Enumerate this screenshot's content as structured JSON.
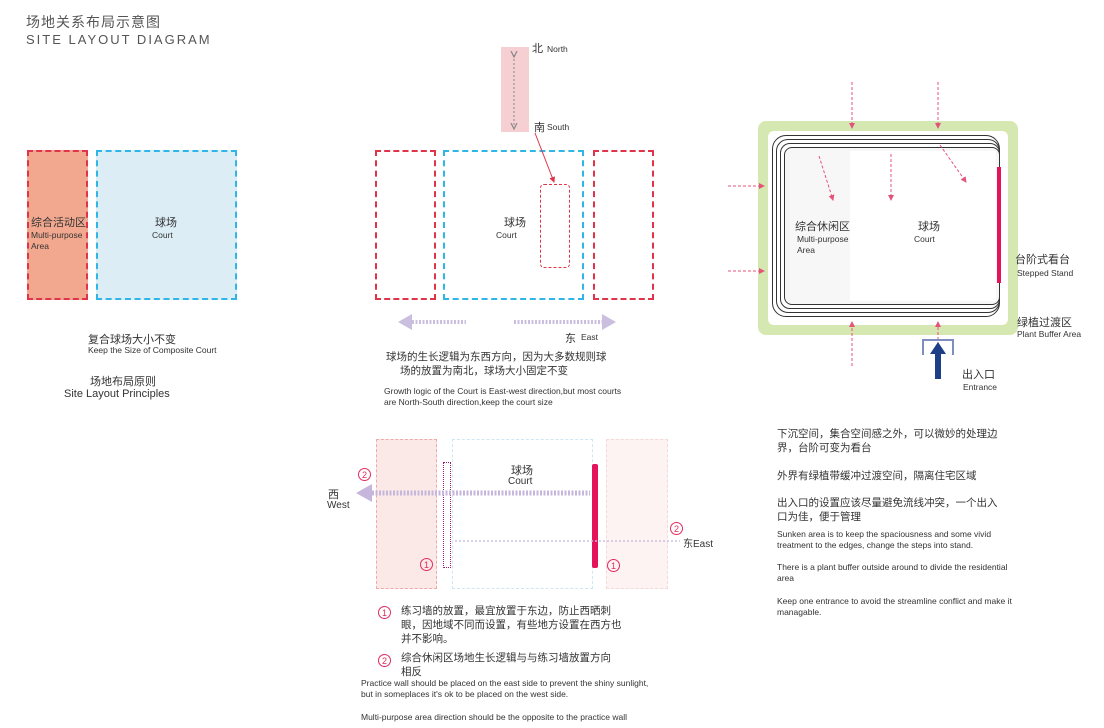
{
  "header": {
    "title_cn": "场地关系布局示意图",
    "title_en": "SITE LAYOUT DIAGRAM"
  },
  "panel1": {
    "multi_cn": "综合活动区",
    "multi_en_1": "Multi-purpose",
    "multi_en_2": "Area",
    "court_cn": "球场",
    "court_en": "Court",
    "caption_cn": "复合球场大小不变",
    "caption_en": "Keep the Size of Composite Court",
    "principle_cn": "场地布局原则",
    "principle_en": "Site Layout Principles"
  },
  "panel2": {
    "north_cn": "北",
    "north_en": "North",
    "south_cn": "南",
    "south_en": "South",
    "court_cn": "球场",
    "court_en": "Court",
    "east_cn": "东",
    "east_en": "East",
    "desc_cn_1": "球场的生长逻辑为东西方向，因为大多数规则球",
    "desc_cn_2": "场的放置为南北，球场大小固定不变",
    "desc_en_1": "Growth logic of the Court is East-west direction,but most courts",
    "desc_en_2": "are North-South direction,keep the court size"
  },
  "panel3": {
    "leisure_cn": "综合休闲区",
    "leisure_en_1": "Multi-purpose",
    "leisure_en_2": "Area",
    "court_cn": "球场",
    "court_en": "Court",
    "stand_cn": "台阶式看台",
    "stand_en": "Stepped Stand",
    "buffer_cn": "绿植过渡区",
    "buffer_en": "Plant Buffer Area",
    "entrance_cn": "出入口",
    "entrance_en": "Entrance",
    "notes_cn_1a": "下沉空间，集合空间感之外，可以微妙的处理边",
    "notes_cn_1b": "界，台阶可变为看台",
    "notes_cn_2": "外界有绿植带缓冲过渡空间，隔离住宅区域",
    "notes_cn_3a": "出入口的设置应该尽量避免流线冲突，一个出入",
    "notes_cn_3b": "口为佳，便于管理",
    "notes_en_1a": "Sunken area is to keep the spaciousness and some vivid",
    "notes_en_1b": "treatment to the edges, change the steps into stand.",
    "notes_en_2a": "There is a plant buffer outside  around to divide the residential",
    "notes_en_2b": "area",
    "notes_en_3a": "Keep one entrance to avoid the streamline conflict and make it",
    "notes_en_3b": "managable."
  },
  "panel4": {
    "court_cn": "球场",
    "court_en": "Court",
    "west_cn": "西",
    "west_en": "West",
    "east_label": "东East",
    "marker_1": "1",
    "marker_2": "2",
    "note1_cn_1": "练习墙的放置，最宜放置于东边，防止西晒刺",
    "note1_cn_2": "眼，因地域不同而设置，有些地方设置在西方也",
    "note1_cn_3": "并不影响。",
    "note2_cn_1": "综合休闲区场地生长逻辑与与练习墙放置方向",
    "note2_cn_2": "相反",
    "note_en_1a": "Practice wall should be placed on the east side to prevent the shiny sunlight,",
    "note_en_1b": "but in someplaces it's ok to be placed on the west side.",
    "note_en_2": "Multi-purpose area direction should be the opposite to the practice wall"
  },
  "colors": {
    "red": "#e0344a",
    "blue": "#2fb6e6",
    "salmon": "#f2a88f",
    "lightblue": "#dcedf6",
    "pink": "#e4135a",
    "lavender": "#c7b6dc",
    "green": "#d6e8b2",
    "navy": "#1e3f86"
  }
}
